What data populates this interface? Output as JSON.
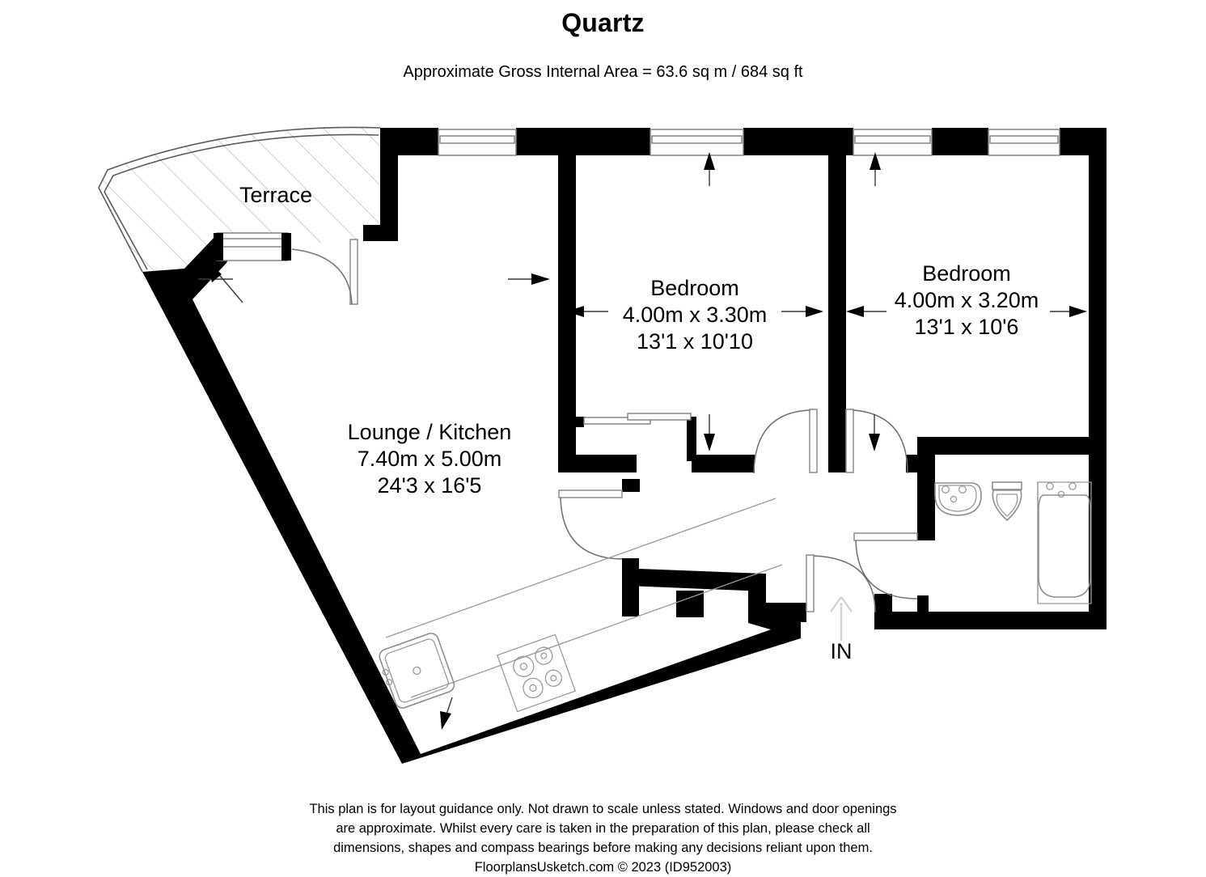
{
  "header": {
    "title": "Quartz",
    "area_line": "Approximate Gross Internal Area = 63.6 sq m / 684 sq ft"
  },
  "rooms": [
    {
      "id": "terrace",
      "name": "Terrace",
      "label": "Terrace",
      "metric": "",
      "imperial": ""
    },
    {
      "id": "lounge-kitchen",
      "name": "Lounge / Kitchen",
      "label": "Lounge / Kitchen",
      "metric": "7.40m x 5.00m",
      "imperial": "24'3 x 16'5"
    },
    {
      "id": "bedroom-1",
      "name": "Bedroom",
      "label": "Bedroom",
      "metric": "4.00m x 3.30m",
      "imperial": "13'1 x 10'10"
    },
    {
      "id": "bedroom-2",
      "name": "Bedroom",
      "label": "Bedroom",
      "metric": "4.00m x 3.20m",
      "imperial": "13'1 x 10'6"
    }
  ],
  "entrance": {
    "label": "IN",
    "icon": "up-arrow-icon"
  },
  "fixtures": [
    {
      "id": "kitchen-sink",
      "name": "kitchen-sink-icon"
    },
    {
      "id": "kitchen-hob",
      "name": "cooker-hob-icon"
    },
    {
      "id": "bathroom-basin",
      "name": "wash-basin-icon"
    },
    {
      "id": "bathroom-toilet",
      "name": "toilet-icon"
    },
    {
      "id": "bathroom-bath",
      "name": "bathtub-icon"
    },
    {
      "id": "column",
      "name": "structural-column"
    }
  ],
  "footer": {
    "line1": "This plan is for layout guidance only. Not drawn to scale unless stated. Windows and door openings",
    "line2": "are approximate. Whilst every care is taken in the preparation of this plan, please check all",
    "line3": "dimensions, shapes and compass bearings before making any decisions reliant upon them.",
    "line4": "FloorplansUsketch.com © 2023 (ID952003)"
  },
  "colors": {
    "wall": "#000000",
    "background": "#ffffff",
    "fixture_stroke": "#8d8d8d",
    "hatch": "#b4b4b4",
    "text": "#000000"
  }
}
